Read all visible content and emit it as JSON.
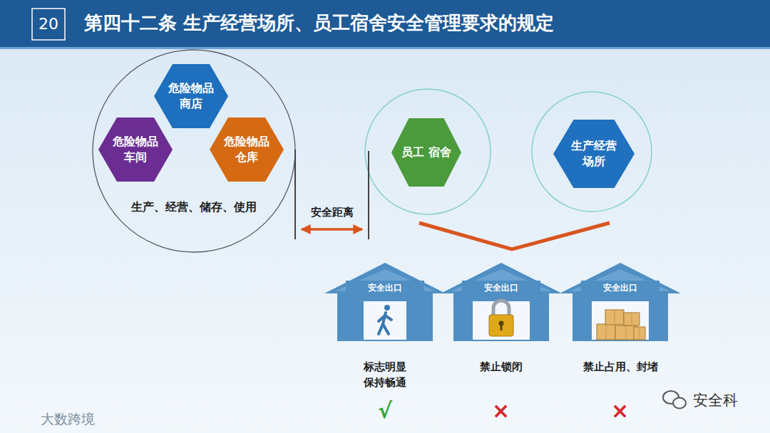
{
  "diagram": {
    "title": "第四十二条 生产经营场所、员工宿舍安全管理要求的规定",
    "nodes": [
      {
        "text": [
          "生产、经营、储存、使用"
        ]
      },
      {
        "text": [
          "危险物品 商店"
        ],
        "in": 0
      },
      {
        "text": [
          "危险物品 车间"
        ],
        "in": 0
      },
      {
        "text": [
          "危险物品 仓库"
        ],
        "in": 0
      },
      {
        "text": [
          "员工 宿舍"
        ]
      },
      {
        "text": [
          "生产经营 场所"
        ]
      },
      {
        "text": [
          "安全出口",
          "标志明显 保持畅通"
        ]
      },
      {
        "text": [
          "安全出口",
          "禁止锁闭"
        ]
      },
      {
        "text": [
          "安全出口",
          "禁止占用、封堵"
        ]
      }
    ],
    "edges": [
      {
        "from": 0,
        "to": 4,
        "label": "安全距离",
        "arrow": "both"
      }
    ],
    "labels": [
      "20",
      "√",
      "×",
      "×",
      "安全科",
      "大数跨境"
    ]
  }
}
